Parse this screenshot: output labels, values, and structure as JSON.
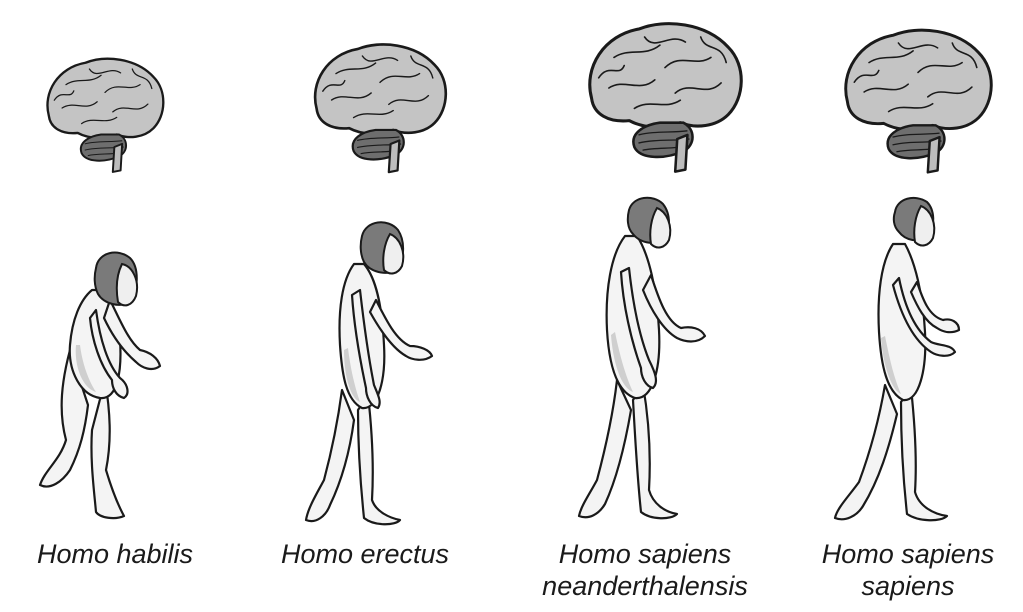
{
  "figures": [
    {
      "label_lines": [
        "Homo habilis"
      ]
    },
    {
      "label_lines": [
        "Homo erectus"
      ]
    },
    {
      "label_lines": [
        "Homo sapiens",
        "neanderthalensis"
      ]
    },
    {
      "label_lines": [
        "Homo sapiens",
        "sapiens"
      ]
    }
  ],
  "colors": {
    "brain_fill": "#c4c4c4",
    "cerebellum_fill": "#6e6e6e",
    "body_fill": "#f4f4f4",
    "shading": "#cfcfcf",
    "outline": "#1a1a1a"
  }
}
